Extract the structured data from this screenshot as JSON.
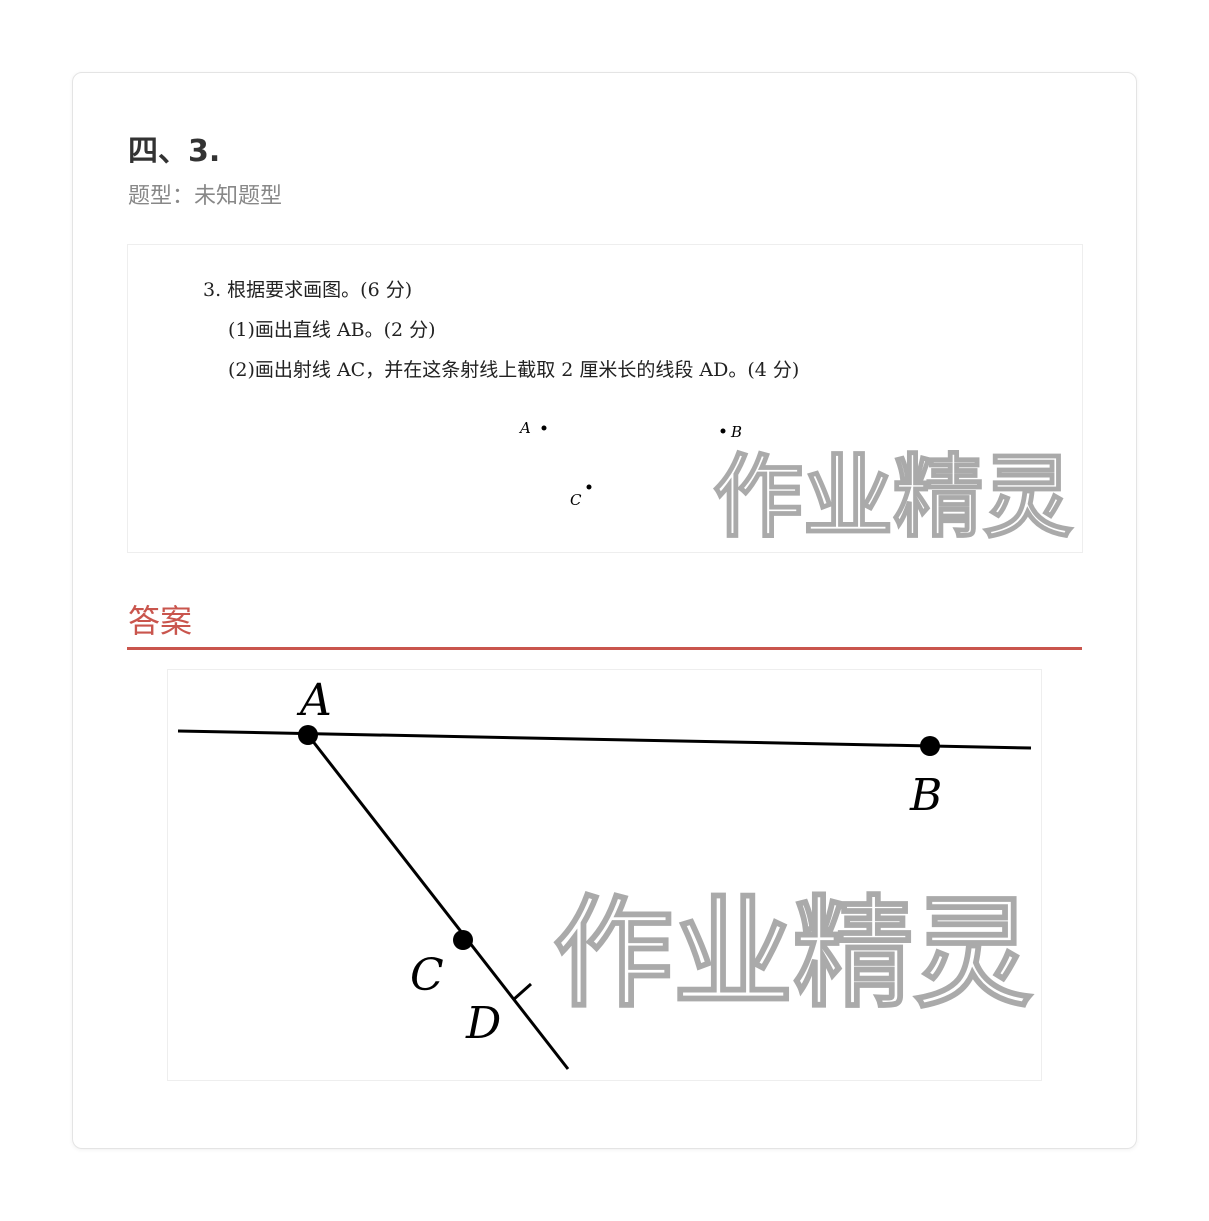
{
  "header": {
    "title": "四、3.",
    "question_type": "题型：未知题型"
  },
  "question": {
    "lines": [
      "3. 根据要求画图。(6 分)",
      "(1)画出直线 AB。(2 分)",
      "(2)画出射线 AC，并在这条射线上截取 2 厘米长的线段 AD。(4 分)"
    ],
    "points": [
      "A",
      "B",
      "C"
    ]
  },
  "answer": {
    "heading": "答案",
    "points": [
      "A",
      "B",
      "C",
      "D"
    ]
  },
  "watermark": "作业精灵",
  "colors": {
    "accent": "#c9554d"
  }
}
